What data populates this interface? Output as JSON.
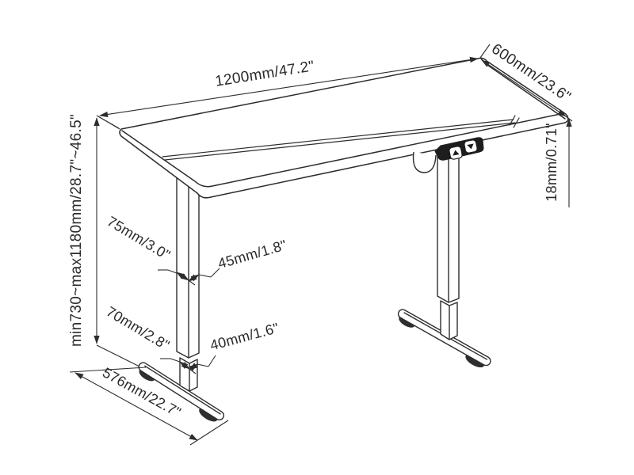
{
  "diagram": {
    "name": "height-adjustable standing desk dimension drawing",
    "background": "#ffffff",
    "line_color": "#2d2d2d",
    "labels": {
      "desktop_width": "1200mm/47.2\"",
      "desktop_depth": "600mm/23.6\"",
      "desktop_thickness": "18mm/0.71\"",
      "height_range": "min730~max1180mm/28.7\"~46.5\"",
      "upper_column_front": "75mm/3.0\"",
      "upper_column_side": "45mm/1.8\"",
      "lower_column_front": "70mm/2.8\"",
      "lower_column_side": "40mm/1.6\"",
      "foot_length": "576mm/22.7\""
    },
    "controller": {
      "color": "#1d1d1d",
      "buttons": [
        {
          "icon": "arrow-up"
        },
        {
          "icon": "arrow-down"
        }
      ]
    }
  }
}
